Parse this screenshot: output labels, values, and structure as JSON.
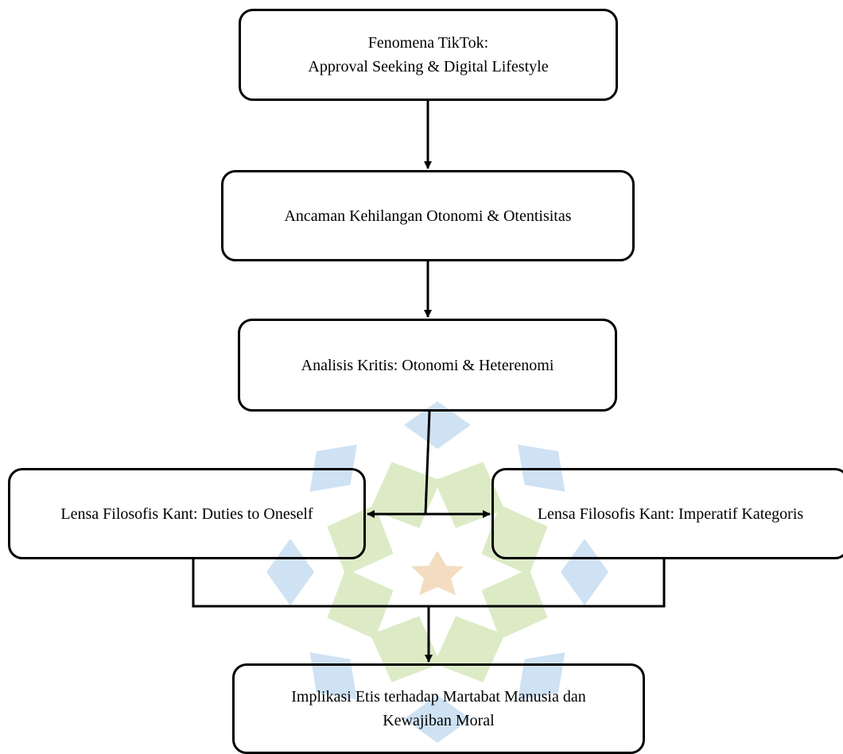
{
  "diagram": {
    "nodes": {
      "phenomenon": {
        "line1": "Fenomena TikTok:",
        "line2": "Approval Seeking & Digital Lifestyle"
      },
      "threat": "Ancaman Kehilangan Otonomi & Otentisitas",
      "analysis": "Analisis Kritis: Otonomi & Heterenomi",
      "lens_duties": "Lensa Filosofis Kant: Duties to Oneself",
      "lens_imperative": "Lensa Filosofis Kant: Imperatif Kategoris",
      "implication": {
        "line1": "Implikasi Etis terhadap Martabat Manusia dan",
        "line2": "Kewajiban Moral"
      }
    },
    "edges": [
      {
        "from": "phenomenon",
        "to": "threat"
      },
      {
        "from": "threat",
        "to": "analysis"
      },
      {
        "from": "analysis",
        "to": "lens_duties"
      },
      {
        "from": "analysis",
        "to": "lens_imperative"
      },
      {
        "from": "lens_duties",
        "to": "implication"
      },
      {
        "from": "lens_imperative",
        "to": "implication"
      }
    ],
    "colors": {
      "stroke": "#000000",
      "watermark_blue": "#cfe2f3",
      "watermark_green": "#dcebc6",
      "watermark_star": "#f3dcc0"
    }
  }
}
